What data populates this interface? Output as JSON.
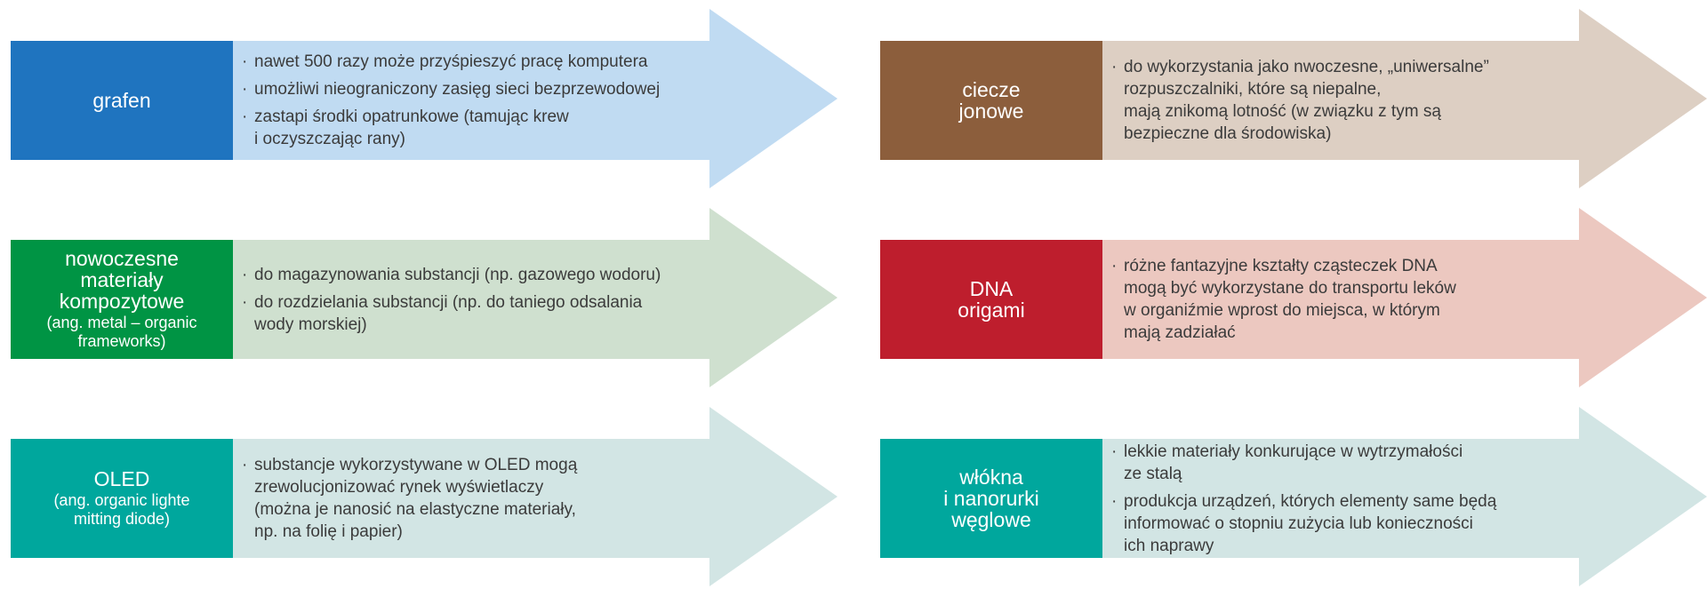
{
  "items": [
    {
      "label": "grafen",
      "sublabel": "",
      "color": "#1f74bf",
      "arrow_color": "#c0dbf2",
      "bullets": [
        "nawet 500 razy może przyśpieszyć pracę komputera",
        "umożliwi nieograniczony zasięg sieci bezprzewodowej",
        "zastapi środki opatrunkowe (tamując krew\ni oczyszczając rany)"
      ]
    },
    {
      "label": "ciecze\njonowe",
      "sublabel": "",
      "color": "#8c5e3c",
      "arrow_color": "#ddcfc3",
      "bullets": [
        "do wykorzystania jako nwoczesne, „uniwersalne”\nrozpuszczalniki, które są niepalne,\nmają znikomą lotność (w związku z tym są\nbezpieczne dla środowiska)"
      ]
    },
    {
      "label": "nowoczesne\nmateriały\nkompozytowe",
      "sublabel": "(ang. metal – organic\nframeworks)",
      "color": "#009444",
      "arrow_color": "#cfe0cf",
      "bullets": [
        "do magazynowania substancji (np. gazowego wodoru)",
        "do rozdzielania substancji (np. do taniego odsalania\nwody morskiej)"
      ]
    },
    {
      "label": "DNA\norigami",
      "sublabel": "",
      "color": "#be1e2d",
      "arrow_color": "#ecc8c0",
      "bullets": [
        "różne fantazyjne kształty cząsteczek DNA\nmogą być wykorzystane do transportu leków\nw organiźmie wprost do miejsca, w którym\nmają zadziałać"
      ]
    },
    {
      "label": "OLED",
      "sublabel": "(ang. organic lighte\nmitting diode)",
      "color": "#00a79d",
      "arrow_color": "#d2e5e4",
      "bullets": [
        "substancje wykorzystywane w OLED mogą\nzrewolucjonizować rynek wyświetlaczy\n(można je nanosić na elastyczne materiały,\nnp. na folię i papier)"
      ]
    },
    {
      "label": "włókna\ni nanorurki\nwęglowe",
      "sublabel": "",
      "color": "#00a79d",
      "arrow_color": "#d2e5e4",
      "bullets": [
        "lekkie materiały konkurujące w wytrzymałości\nze stalą",
        "produkcja urządzeń, których elementy same będą\ninformować o stopniu zużycia lub konieczności\nich naprawy"
      ]
    }
  ]
}
